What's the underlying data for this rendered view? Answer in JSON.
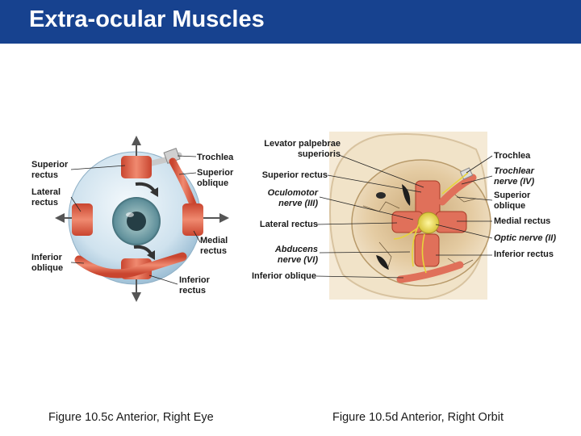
{
  "header": {
    "title": "Extra-ocular Muscles"
  },
  "figure_c": {
    "caption": "Figure 10.5c  Anterior, Right Eye",
    "labels": {
      "superior_rectus": "Superior\nrectus",
      "lateral_rectus": "Lateral\nrectus",
      "inferior_oblique": "Inferior\noblique",
      "trochlea": "Trochlea",
      "superior_oblique": "Superior\noblique",
      "medial_rectus": "Medial\nrectus",
      "inferior_rectus": "Inferior\nrectus"
    }
  },
  "figure_d": {
    "caption": "Figure 10.5d  Anterior, Right Orbit",
    "labels": {
      "levator": "Levator palpebrae\nsuperioris",
      "superior_rectus": "Superior rectus",
      "oculomotor": "Oculomotor\nnerve (III)",
      "lateral_rectus": "Lateral rectus",
      "abducens": "Abducens\nnerve (VI)",
      "inferior_oblique": "Inferior oblique",
      "trochlea": "Trochlea",
      "trochlear_nerve": "Trochlear\nnerve (IV)",
      "superior_oblique": "Superior\noblique",
      "medial_rectus": "Medial rectus",
      "optic_nerve": "Optic nerve (II)",
      "inferior_rectus": "Inferior rectus"
    }
  },
  "colors": {
    "title_bar": "#17428f",
    "muscle": "#e0705a",
    "eyeball": "#d6e6f0",
    "iris": "#5f8f9a",
    "nerve": "#f2e44a",
    "bone": "#efdcc0"
  }
}
